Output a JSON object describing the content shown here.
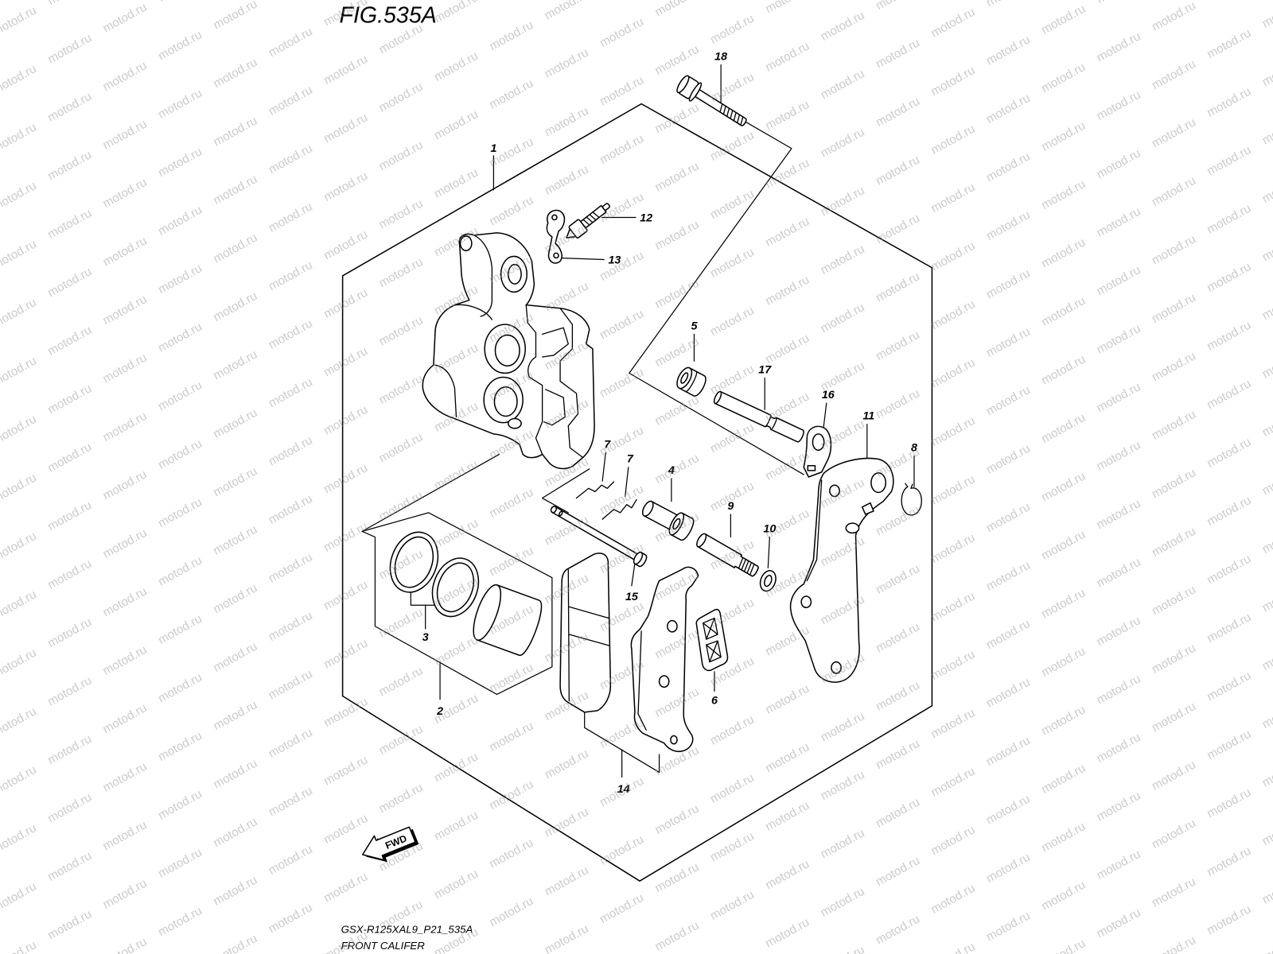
{
  "figure": {
    "title": "FIG.535A"
  },
  "callouts": {
    "p18": "18",
    "p1": "1",
    "p12": "12",
    "p13": "13",
    "p5": "5",
    "p17": "17",
    "p16": "16",
    "p11": "11",
    "p8": "8",
    "p7a": "7",
    "p7b": "7",
    "p4": "4",
    "p9": "9",
    "p10": "10",
    "p15": "15",
    "p3": "3",
    "p2": "2",
    "p6": "6",
    "p14": "14"
  },
  "direction_badge": {
    "label": "FWD"
  },
  "footer": {
    "code": "GSX-R125XAL9_P21_535A",
    "title": "FRONT CALIFER"
  },
  "watermark": {
    "text": "motod.ru"
  },
  "colors": {
    "line": "#000000",
    "watermark": "#8c8c8c",
    "background": "#ffffff"
  }
}
